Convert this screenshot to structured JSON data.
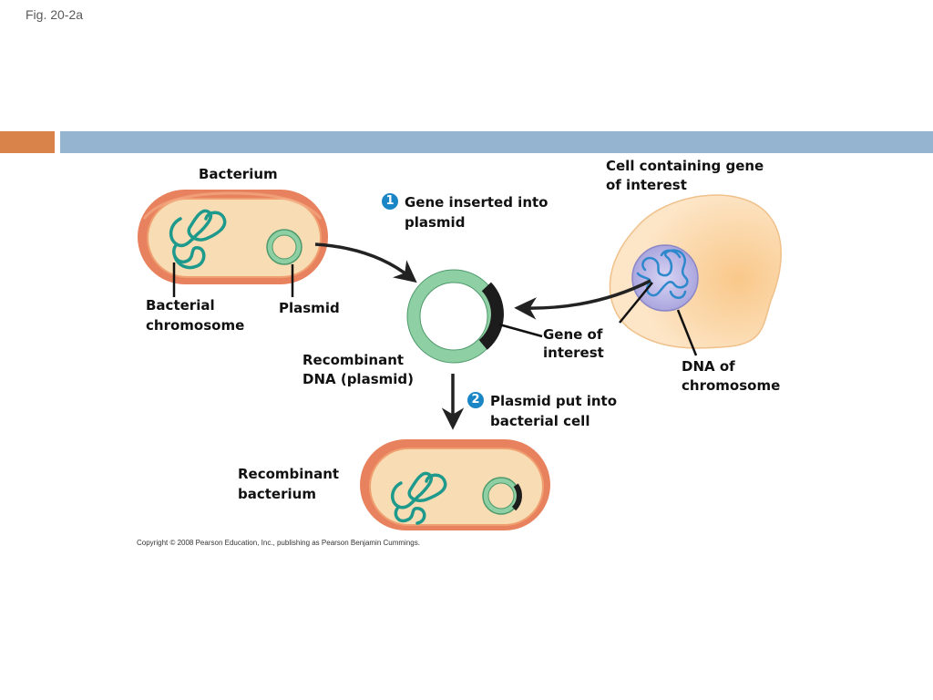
{
  "figure_label": "Fig. 20-2a",
  "labels": {
    "bacterium": "Bacterium",
    "bacterial_chromosome_1": "Bacterial",
    "bacterial_chromosome_2": "chromosome",
    "plasmid": "Plasmid",
    "cell_gene_1": "Cell containing gene",
    "cell_gene_2": "of interest",
    "gene_of_interest_1": "Gene of",
    "gene_of_interest_2": "interest",
    "dna_chromosome_1": "DNA of",
    "dna_chromosome_2": "chromosome",
    "recombinant_dna_1": "Recombinant",
    "recombinant_dna_2": "DNA (plasmid)",
    "recombinant_bacterium_1": "Recombinant",
    "recombinant_bacterium_2": "bacterium"
  },
  "steps": [
    {
      "number": "1",
      "text_1": "Gene inserted into",
      "text_2": "plasmid"
    },
    {
      "number": "2",
      "text_1": "Plasmid put into",
      "text_2": "bacterial cell"
    }
  ],
  "copyright": "Copyright © 2008 Pearson Education, Inc., publishing as Pearson Benjamin Cummings.",
  "colors": {
    "accent_orange": "#d9824a",
    "accent_blue": "#94b4d0",
    "cell_wall": "#e8825e",
    "cytoplasm": "#f8dcb4",
    "plasmid_green": "#8ecfa3",
    "chromosome_teal": "#1e9a8c",
    "nucleus_purple": "#b8b4e4",
    "dna_blue": "#2e88cc",
    "step_badge": "#1a86c6"
  }
}
